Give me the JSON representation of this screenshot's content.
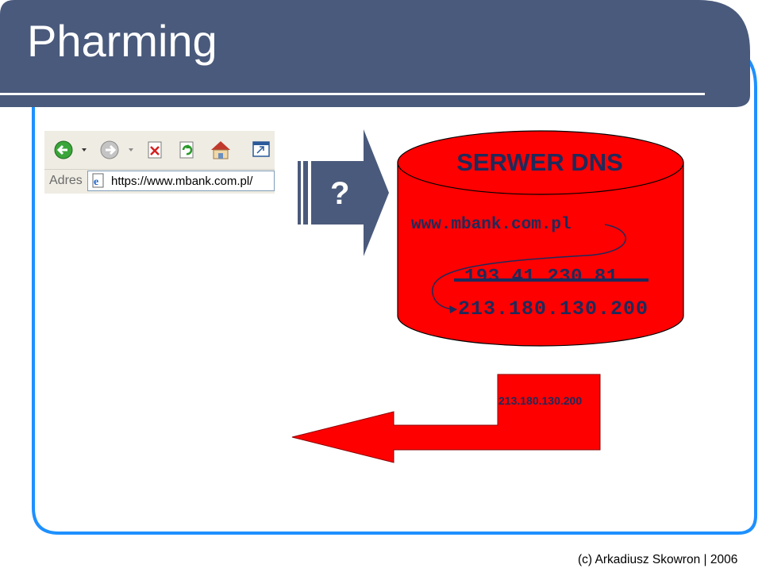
{
  "slide": {
    "title": "Pharming",
    "footer": "(c) Arkadiusz Skowron | 2006"
  },
  "browser": {
    "address_label": "Adres",
    "url": "https://www.mbank.com.pl/",
    "toolbar_icons": [
      "back-icon",
      "dropdown-arrow-icon",
      "forward-icon",
      "dropdown-arrow-icon",
      "stop-icon",
      "refresh-icon",
      "home-icon",
      "new-window-icon"
    ],
    "address_icon": "ie-page-icon"
  },
  "query": {
    "symbol": "?"
  },
  "dns_server": {
    "title": "SERWER DNS",
    "domain": "www.mbank.com.pl",
    "original_ip": "193.41.230.81",
    "spoofed_ip": "213.180.130.200"
  },
  "reply": {
    "ip": "213.180.130.200"
  },
  "colors": {
    "title_bar": "#4a5a7c",
    "frame_border": "#1e90ff",
    "dns_fill": "#ff0000",
    "arrow_gray": "#4a5a7c",
    "reply_red": "#ff0000"
  }
}
